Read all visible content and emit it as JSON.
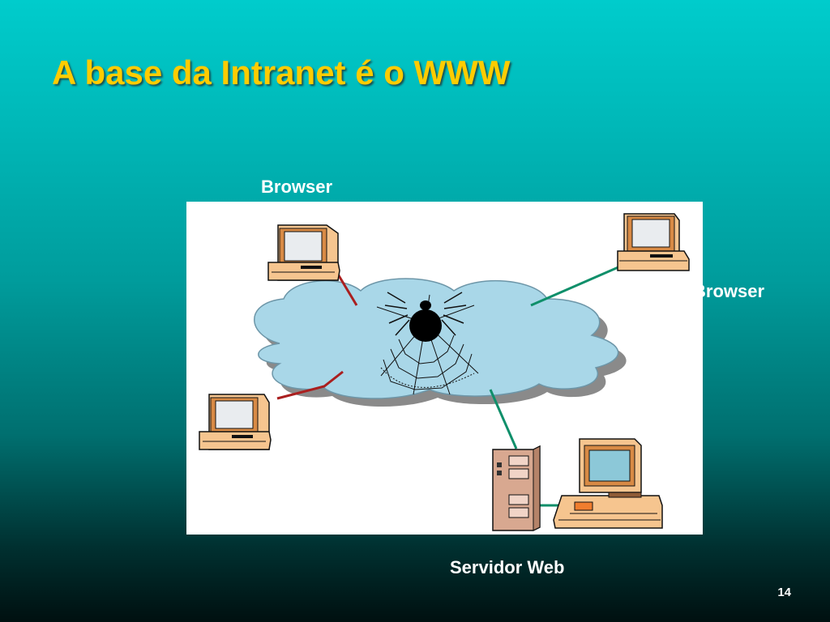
{
  "slide": {
    "title": "A base da Intranet é o WWW",
    "page_number": "14"
  },
  "diagram": {
    "labels": {
      "browser_top": "Browser",
      "browser_right": "Browser",
      "server": "Servidor Web"
    },
    "colors": {
      "cloud": "#a9d7e8",
      "cloud_outline": "#7a9fb0",
      "browser_link": "#aa1f1f",
      "server_link": "#0f8f6a",
      "computer_body": "#f6c58f",
      "screen": "#e9ecef"
    }
  }
}
